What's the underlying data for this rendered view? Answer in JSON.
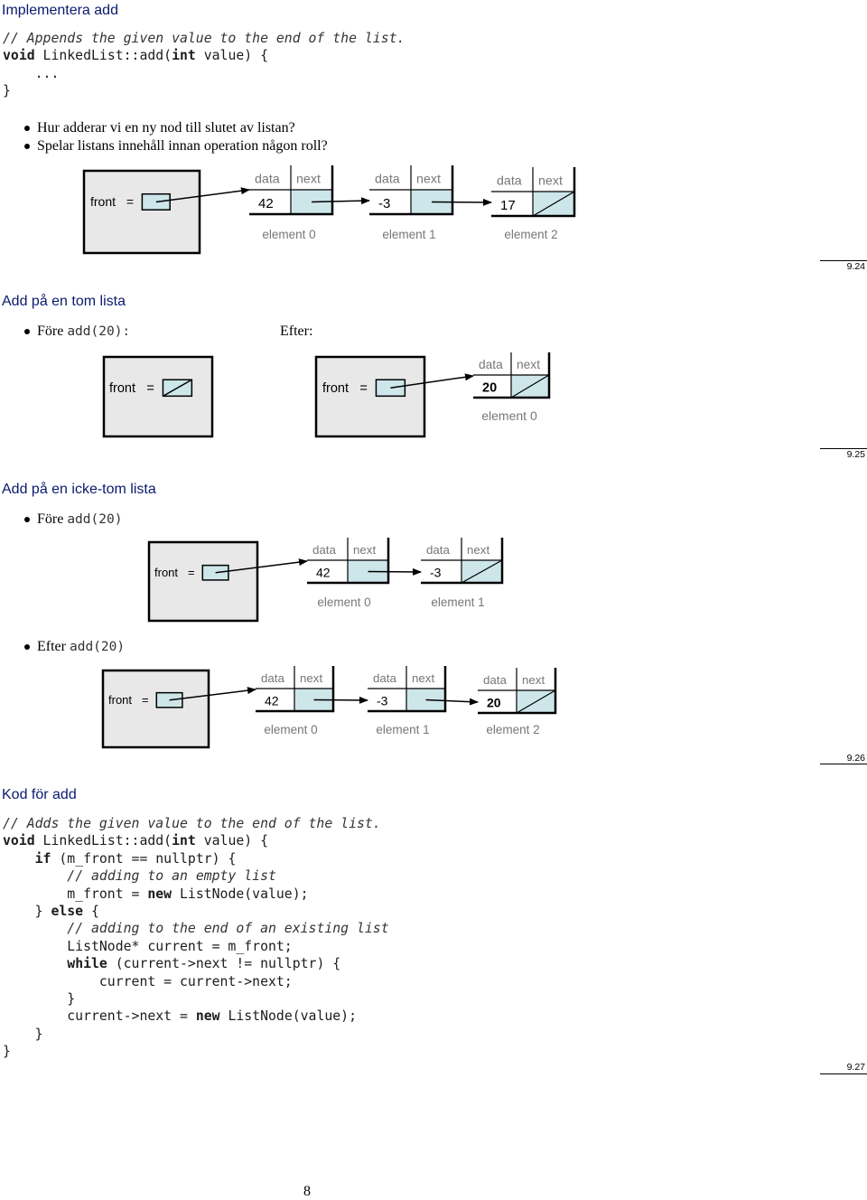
{
  "slide1": {
    "title": "Implementera add",
    "code": [
      {
        "parts": [
          {
            "c": "cm",
            "t": "// Appends the given value to the end of the list."
          }
        ]
      },
      {
        "parts": [
          {
            "c": "kw",
            "t": "void"
          },
          {
            "c": "",
            "t": " LinkedList::add("
          },
          {
            "c": "kw",
            "t": "int"
          },
          {
            "c": "",
            "t": " value) {"
          }
        ]
      },
      {
        "parts": [
          {
            "c": "",
            "t": "    ..."
          }
        ]
      },
      {
        "parts": [
          {
            "c": "",
            "t": "}"
          }
        ]
      }
    ],
    "bullets": [
      "Hur adderar vi en ny nod till slutet av listan?",
      "Spelar listans innehåll innan operation någon roll?"
    ],
    "page_label": "9.24"
  },
  "slide2": {
    "title": "Add på en tom lista",
    "bullet_before_text": "Före ",
    "bullet_before_code": "add(20):",
    "after_label": "Efter:",
    "page_label": "9.25"
  },
  "slide3": {
    "title": "Add på en icke-tom lista",
    "bullet_before_text": "Före ",
    "bullet_before_code": "add(20)",
    "bullet_after_text": "Efter ",
    "bullet_after_code": "add(20)",
    "page_label": "9.26"
  },
  "slide4": {
    "title": "Kod för add",
    "code": [
      {
        "parts": [
          {
            "c": "cm",
            "t": "// Adds the given value to the end of the list."
          }
        ]
      },
      {
        "parts": [
          {
            "c": "kw",
            "t": "void"
          },
          {
            "c": "",
            "t": " LinkedList::add("
          },
          {
            "c": "kw",
            "t": "int"
          },
          {
            "c": "",
            "t": " value) {"
          }
        ]
      },
      {
        "parts": [
          {
            "c": "",
            "t": "    "
          },
          {
            "c": "kw",
            "t": "if"
          },
          {
            "c": "",
            "t": " (m_front == nullptr) {"
          }
        ]
      },
      {
        "parts": [
          {
            "c": "",
            "t": "        "
          },
          {
            "c": "cm",
            "t": "// adding to an empty list"
          }
        ]
      },
      {
        "parts": [
          {
            "c": "",
            "t": "        m_front = "
          },
          {
            "c": "kw",
            "t": "new"
          },
          {
            "c": "",
            "t": " ListNode(value);"
          }
        ]
      },
      {
        "parts": [
          {
            "c": "",
            "t": "    } "
          },
          {
            "c": "kw",
            "t": "else"
          },
          {
            "c": "",
            "t": " {"
          }
        ]
      },
      {
        "parts": [
          {
            "c": "",
            "t": "        "
          },
          {
            "c": "cm",
            "t": "// adding to the end of an existing list"
          }
        ]
      },
      {
        "parts": [
          {
            "c": "",
            "t": "        ListNode* current = m_front;"
          }
        ]
      },
      {
        "parts": [
          {
            "c": "",
            "t": "        "
          },
          {
            "c": "kw",
            "t": "while"
          },
          {
            "c": "",
            "t": " (current->next != nullptr) {"
          }
        ]
      },
      {
        "parts": [
          {
            "c": "",
            "t": "            current = current->next;"
          }
        ]
      },
      {
        "parts": [
          {
            "c": "",
            "t": "        }"
          }
        ]
      },
      {
        "parts": [
          {
            "c": "",
            "t": "        current->next = "
          },
          {
            "c": "kw",
            "t": "new"
          },
          {
            "c": "",
            "t": " ListNode(value);"
          }
        ]
      },
      {
        "parts": [
          {
            "c": "",
            "t": "    }"
          }
        ]
      },
      {
        "parts": [
          {
            "c": "",
            "t": "}"
          }
        ]
      }
    ],
    "page_label": "9.27"
  },
  "labels": {
    "front": "front",
    "eq": "=",
    "data": "data",
    "next": "next"
  },
  "diagram_a": {
    "values": [
      "42",
      "-3",
      "17"
    ],
    "elements": [
      "element 0",
      "element 1",
      "element 2"
    ]
  },
  "diagram_b_after": {
    "values": [
      "20"
    ],
    "elements": [
      "element 0"
    ]
  },
  "diagram_c_before": {
    "values": [
      "42",
      "-3"
    ],
    "elements": [
      "element 0",
      "element 1"
    ]
  },
  "diagram_c_after": {
    "values": [
      "42",
      "-3",
      "20"
    ],
    "elements": [
      "element 0",
      "element 1",
      "element 2"
    ]
  },
  "page_number": "8",
  "colors": {
    "box_fill": "#e8e8e8",
    "cell_fill": "#cde6ea",
    "title": "#0a1a6e"
  }
}
